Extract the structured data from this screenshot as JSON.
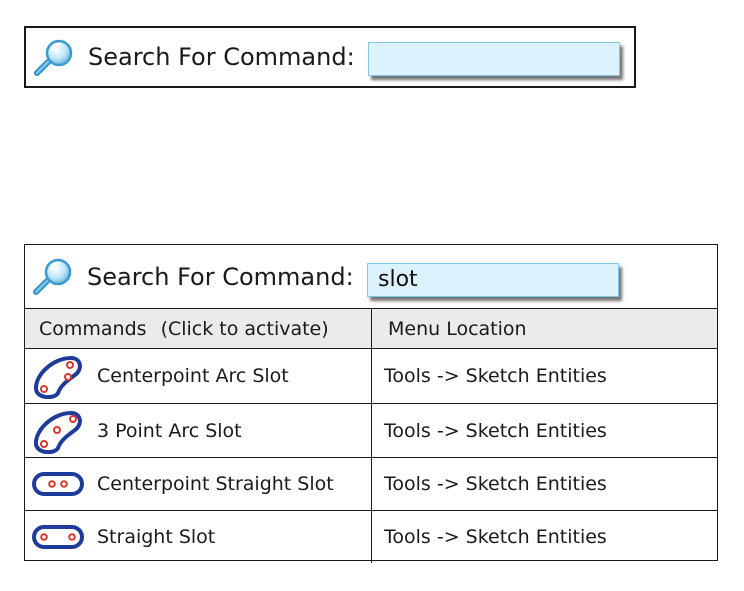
{
  "search_empty": {
    "label": "Search For Command:",
    "value": ""
  },
  "search_results": {
    "label": "Search For Command:",
    "value": "slot",
    "header": {
      "commands": "Commands",
      "commands_hint": "(Click to activate)",
      "menu_location": "Menu Location"
    },
    "rows": [
      {
        "command": "Centerpoint Arc Slot",
        "location": "Tools -> Sketch Entities",
        "icon": "arc-slot-icon"
      },
      {
        "command": "3 Point Arc Slot",
        "location": "Tools -> Sketch Entities",
        "icon": "arc-slot-icon"
      },
      {
        "command": "Centerpoint Straight Slot",
        "location": "Tools -> Sketch Entities",
        "icon": "straight-slot-icon"
      },
      {
        "command": "Straight Slot",
        "location": "Tools -> Sketch Entities",
        "icon": "straight-slot-icon"
      }
    ]
  },
  "colors": {
    "border": "#1a1a1a",
    "input_fill": "#dcf2fc",
    "header_fill": "#ebebeb",
    "slot_stroke": "#1f3b9a",
    "slot_point": "#d9372b"
  }
}
